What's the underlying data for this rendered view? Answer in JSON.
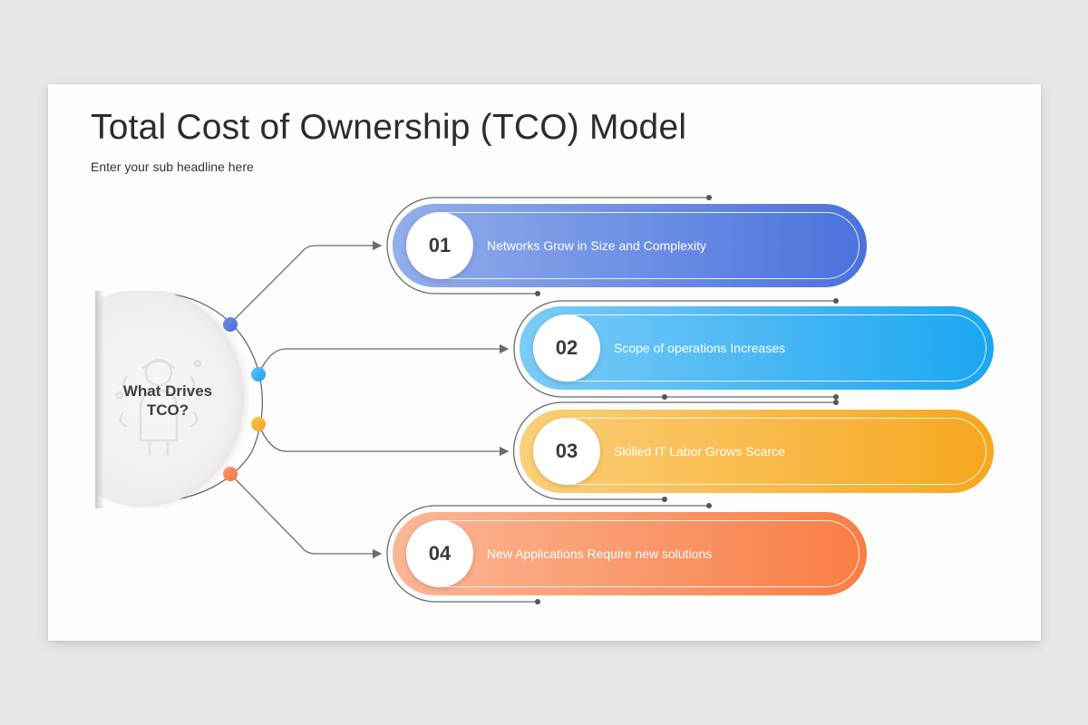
{
  "slide": {
    "title": "Total Cost of Ownership (TCO) Model",
    "subtitle": "Enter your sub headline here"
  },
  "hub": {
    "label_line1": "What Drives",
    "label_line2": "TCO?",
    "icon": "person-with-ideas-icon"
  },
  "drivers": [
    {
      "number": "01",
      "text": "Networks Grow in Size and Complexity",
      "color_start": "#93aeeb",
      "color_end": "#4a72dd",
      "dot_color": "#5577dd"
    },
    {
      "number": "02",
      "text": "Scope of operations Increases",
      "color_start": "#7ccbf7",
      "color_end": "#1aa6f2",
      "dot_color": "#2aaaf0"
    },
    {
      "number": "03",
      "text": "Skilled IT Labor Grows Scarce",
      "color_start": "#fbcf79",
      "color_end": "#f7a71f",
      "dot_color": "#f5ac2a"
    },
    {
      "number": "04",
      "text": "New Applications Require new solutions",
      "color_start": "#fbb797",
      "color_end": "#fa7d45",
      "dot_color": "#f7865a"
    }
  ],
  "colors": {
    "background": "#e8e6e7",
    "slide": "#fdfdfd",
    "connector": "#6b6b6b"
  }
}
